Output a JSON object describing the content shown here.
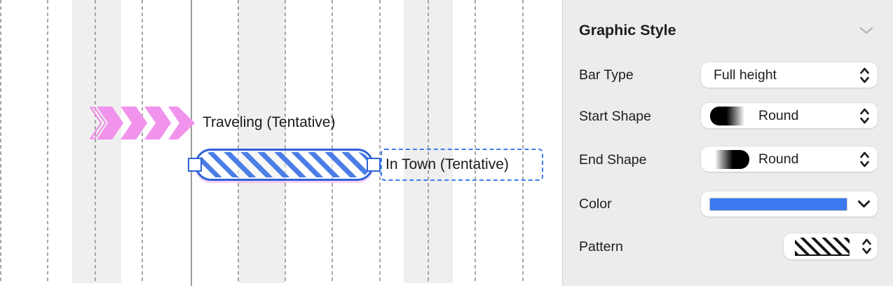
{
  "gantt": {
    "tasks": [
      {
        "name": "Traveling (Tentative)",
        "bar_style": "chevron-arrow",
        "color": "#f193ec"
      },
      {
        "name": "In Town (Tentative)",
        "bar_style": "hatched-round-bar",
        "color": "#2e63d8",
        "selected": true
      }
    ]
  },
  "inspector": {
    "title": "Graphic Style",
    "rows": [
      {
        "label": "Bar Type",
        "value": "Full height",
        "control": "popup-stepper"
      },
      {
        "label": "Start Shape",
        "value": "Round",
        "control": "popup-stepper",
        "icon": "start-shape-round-icon"
      },
      {
        "label": "End Shape",
        "value": "Round",
        "control": "popup-stepper",
        "icon": "end-shape-round-icon"
      },
      {
        "label": "Color",
        "value": "#3b7af0",
        "control": "color-well-dropdown"
      },
      {
        "label": "Pattern",
        "value": "diagonal-stripes",
        "control": "pattern-well-stepper"
      }
    ]
  },
  "colors": {
    "panel_background": "#ececec",
    "task_pink": "#f193ec",
    "bar_outline_blue": "#2e63d8",
    "bar_hatch_blue": "#4a7de6",
    "color_swatch_blue": "#3b7af0",
    "grid_dash_gray": "#a7a7a7",
    "grid_band_gray": "#efefef"
  },
  "icons": {
    "stepper": "up-down-chevrons",
    "color_dropdown": "chevron-down",
    "section_collapse": "chevron-down"
  }
}
